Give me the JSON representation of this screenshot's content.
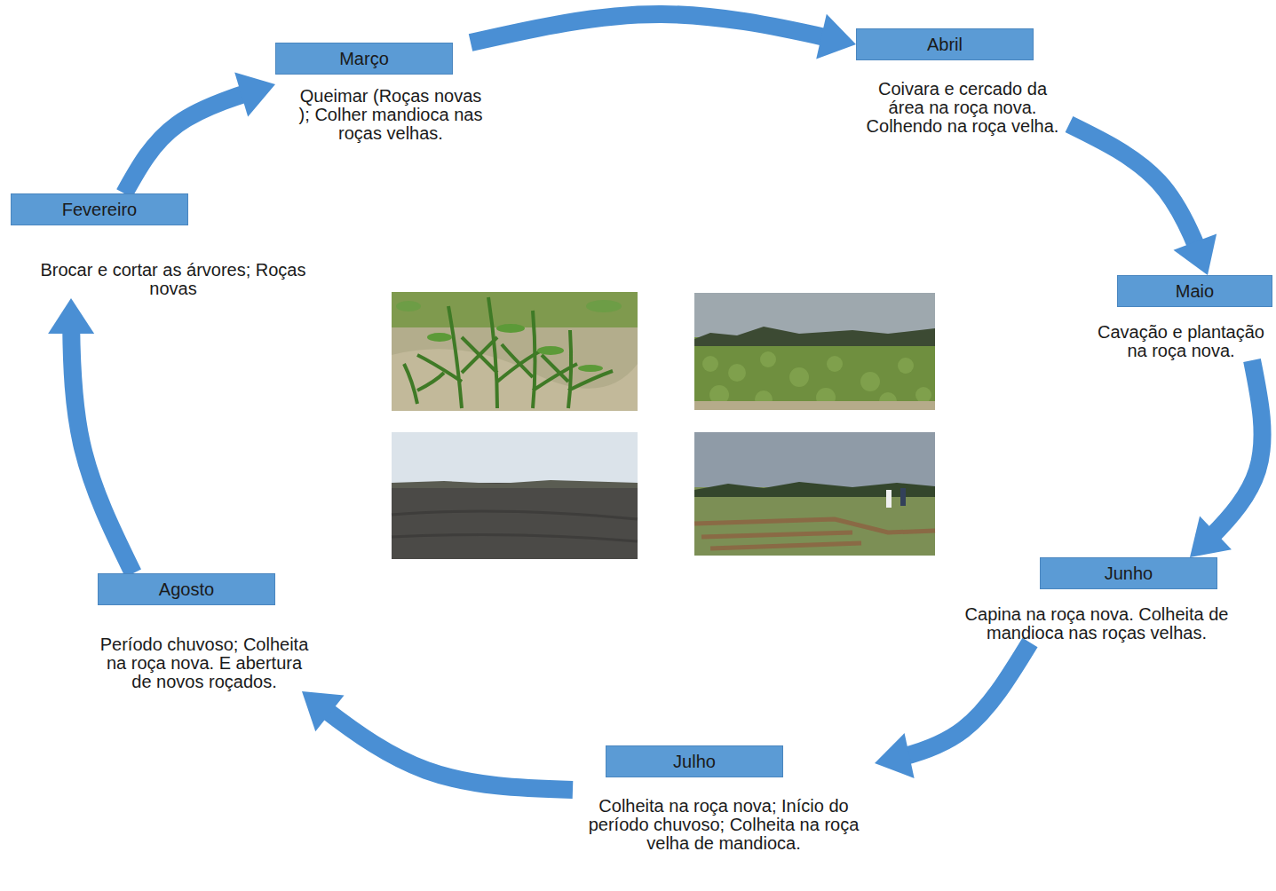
{
  "diagram": {
    "nodes": [
      {
        "text": [
          "Fevereiro",
          "Brocar e cortar as árvores; Roças novas"
        ]
      },
      {
        "text": [
          "Março",
          "Queimar (Roças novas ); Colher mandioca nas roças velhas."
        ]
      },
      {
        "text": [
          "Abril",
          "Coivara e cercado da área na roça nova. Colhendo na roça velha."
        ]
      },
      {
        "text": [
          "Maio",
          "Cavação e plantação na roça nova."
        ]
      },
      {
        "text": [
          "Junho",
          "Capina na roça nova. Colheita de mandioca nas roças velhas."
        ]
      },
      {
        "text": [
          "Julho",
          "Colheita na roça nova; Início do período chuvoso; Colheita na roça velha de mandioca."
        ]
      },
      {
        "text": [
          "Agosto",
          "Período chuvoso; Colheita na roça nova. E abertura de novos roçados."
        ]
      }
    ],
    "edges": [
      {
        "from": 0,
        "to": 1,
        "arrow": "to"
      },
      {
        "from": 1,
        "to": 2,
        "arrow": "to"
      },
      {
        "from": 2,
        "to": 3,
        "arrow": "to"
      },
      {
        "from": 3,
        "to": 4,
        "arrow": "to"
      },
      {
        "from": 4,
        "to": 5,
        "arrow": "to"
      },
      {
        "from": 5,
        "to": 6,
        "arrow": "to"
      },
      {
        "from": 6,
        "to": 0,
        "arrow": "to"
      }
    ]
  }
}
